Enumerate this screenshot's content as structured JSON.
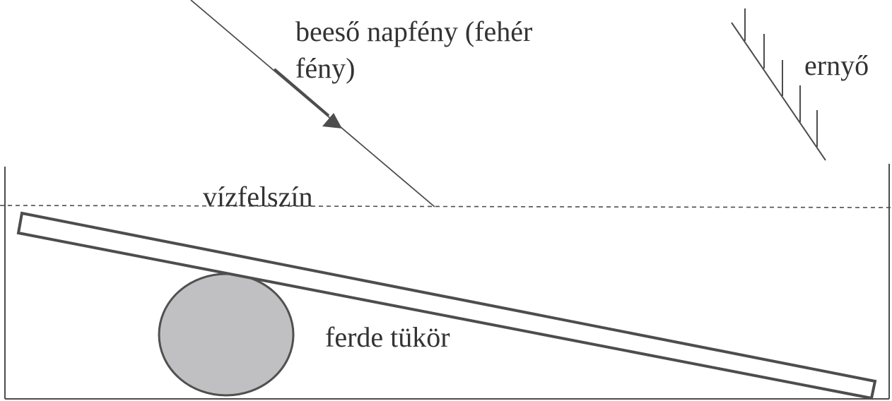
{
  "labels": {
    "incident_light_line1": "beeső napfény (fehér",
    "incident_light_line2": "fény)",
    "screen": "ernyő",
    "water_surface": "vízfelszín",
    "mirror": "ferde tükör"
  },
  "colors": {
    "line": "#4d4d4d",
    "text": "#333333",
    "rock_fill": "#c0c0c2",
    "rock_stroke": "#505050",
    "background": "#ffffff"
  }
}
